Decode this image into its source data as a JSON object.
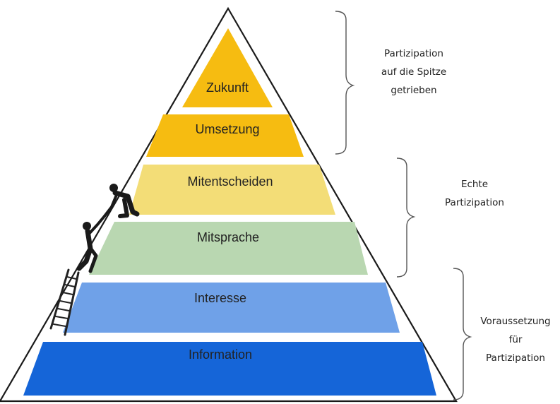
{
  "pyramid": {
    "levels": [
      {
        "label": "Information",
        "color": "#1565d8"
      },
      {
        "label": "Interesse",
        "color": "#6fa1e8"
      },
      {
        "label": "Mitsprache",
        "color": "#b9d7b1"
      },
      {
        "label": "Mitentscheiden",
        "color": "#f3dd77"
      },
      {
        "label": "Umsetzung",
        "color": "#f6bc11"
      },
      {
        "label": "Zukunft",
        "color": "#f6bc11"
      }
    ]
  },
  "groups": [
    {
      "lines": [
        "Partizipation",
        "auf die Spitze",
        "getrieben"
      ]
    },
    {
      "lines": [
        "Echte",
        "Partizipation"
      ]
    },
    {
      "lines": [
        "Voraussetzung",
        "für",
        "Partizipation"
      ]
    }
  ],
  "figures": {
    "ladder_icon": "ladder-icon",
    "climbers_icon": "climbing-people-icon"
  }
}
